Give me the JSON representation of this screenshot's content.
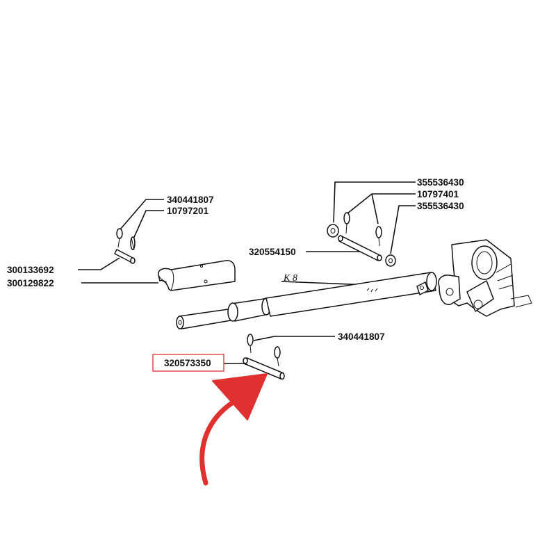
{
  "diagram": {
    "labels": {
      "clip_top_left": "340441807",
      "pin_top_left": "10797201",
      "axle_pin_left": "300133692",
      "half_shell": "300129822",
      "washer_top": "355536430",
      "clip_top_right": "10797401",
      "washer_top_2": "355536430",
      "pin_top_right": "320554150",
      "clip_bottom": "340441807",
      "pin_highlighted": "320573350",
      "shaft_ref": "K 8"
    },
    "highlight": {
      "color": "#e03030",
      "target_part": "320573350"
    }
  }
}
